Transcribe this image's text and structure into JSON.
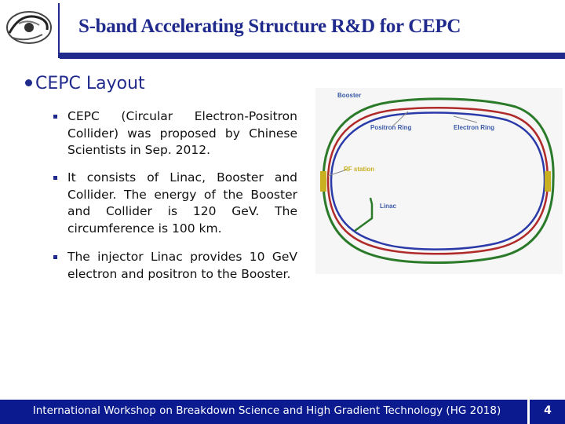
{
  "header": {
    "title": "S-band Accelerating Structure R&D for CEPC",
    "logo_icon": "institute-logo-icon"
  },
  "section": {
    "heading": "CEPC Layout",
    "bullets": [
      "CEPC (Circular Electron-Positron Collider) was proposed by Chinese Scientists in Sep. 2012.",
      "It consists of Linac, Booster and Collider. The energy of the Booster and Collider is 120 GeV. The circumference is 100 km.",
      "The injector Linac provides 10 GeV electron and positron to the Booster."
    ]
  },
  "diagram": {
    "labels": {
      "booster": "Booster",
      "positron_ring": "Positron Ring",
      "electron_ring": "Electron Ring",
      "rf_station": "RF station",
      "linac": "Linac"
    },
    "colors": {
      "booster": "#2a7a2a",
      "positron_ring": "#b02a2a",
      "electron_ring": "#2a3aa8",
      "label": "#3a5aa8",
      "rf_station": "#c8b020"
    }
  },
  "footer": {
    "text": "International Workshop on Breakdown Science and High Gradient Technology (HG 2018)",
    "page": "4"
  },
  "colors": {
    "accent": "#1f2a8c",
    "footer_bg": "#0b1b8f"
  }
}
